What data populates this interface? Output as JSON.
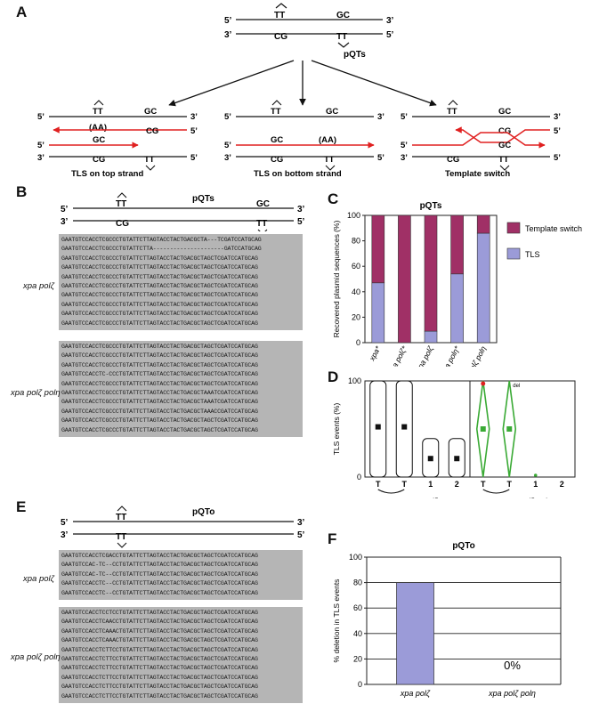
{
  "panels": {
    "A": "A",
    "B": "B",
    "C": "C",
    "D": "D",
    "E": "E",
    "F": "F"
  },
  "panelA": {
    "ends": {
      "five": "5’",
      "three": "3’"
    },
    "top_pair": "TT",
    "gc": "GC",
    "cg": "CG",
    "aa": "(AA)",
    "plasmid": "pQTs",
    "captions": [
      "TLS on top strand",
      "TLS on bottom strand",
      "Template switch"
    ]
  },
  "panelB": {
    "plasmid": "pQTs",
    "genotype1": "xpa polζ",
    "genotype2": "xpa polζ polη",
    "seqs1": [
      "GAATGTCCACCTCGCCCTGTATTCTTAGTACCTACTGACGCTA---TCGATCCATGCAG",
      "GAATGTCCACCTCGCCCTGTATTCTTA---------------------GATCCATGCAG",
      "GAATGTCCACCTCGCCCTGTATTCTTAGTACCTACTGACGCTAGCTCGATCCATGCAG",
      "GAATGTCCACCTCGCCCTGTATTCTTAGTACCTACTGACGCTAGCTCGATCCATGCAG",
      "GAATGTCCACCTCGCCCTGTATTCTTAGTACCTACTGACGCTAGCTCGATCCATGCAG",
      "GAATGTCCACCTCGCCCTGTATTCTTAGTACCTACTGACGCTAGCTCGATCCATGCAG",
      "GAATGTCCACCTCGCCCTGTATTCTTAGTACCTACTGACGCTAGCTCGATCCATGCAG",
      "GAATGTCCACCTCGCCCTGTATTCTTAGTACCTACTGACGCTAGCTCGATCCATGCAG",
      "GAATGTCCACCTCGCCCTGTATTCTTAGTACCTACTGACGCTAGCTCGATCCATGCAG",
      "GAATGTCCACCTCGCCCTGTATTCTTAGTACCTACTGACGCTAGCTCGATCCATGCAG"
    ],
    "seqs2": [
      "GAATGTCCACCTCGCCCTGTATTCTTAGTACCTACTGACGCTAGCTCGATCCATGCAG",
      "GAATGTCCACCTCGCCCTGTATTCTTAGTACCTACTGACGCTAGCTCGATCCATGCAG",
      "GAATGTCCACCTCGCCCTGTATTCTTAGTACCTACTGACGCTAGCTCGATCCATGCAG",
      "GAATGTCCACCTC-CCCTGTATTCTTAGTACCTACTGACGCTAGCTCGATCCATGCAG",
      "GAATGTCCACCTCGCCCTGTATTCTTAGTACCTACTGACGCTAGCTCGATCCATGCAG",
      "GAATGTCCACCTCGCCCTGTATTCTTAGTACCTACTGACGCTAAATCGATCCATGCAG",
      "GAATGTCCACCTCGCCCTGTATTCTTAGTACCTACTGACGCTAAATCGATCCATGCAG",
      "GAATGTCCACCTCGCCCTGTATTCTTAGTACCTACTGACGCTAAACCGATCCATGCAG",
      "GAATGTCCACCTCGCCCTGTATTCTTAGTACCTACTGACGCTAGCTCGATCCATGCAG",
      "GAATGTCCACCTCGCCCTGTATTCTTAGTACCTACTGACGCTAGCTCGATCCATGCAG"
    ]
  },
  "panelE": {
    "plasmid": "pQTo",
    "genotype1": "xpa polζ",
    "genotype2": "xpa polζ polη",
    "seqs1": [
      "GAATGTCCACCTCGACCTGTATTCTTAGTACCTACTGACGCTAGCTCGATCCATGCAG",
      "GAATGTCCAC-TC--CCTGTATTCTTAGTACCTACTGACGCTAGCTCGATCCATGCAG",
      "GAATGTCCAC-TC--CCTGTATTCTTAGTACCTACTGACGCTAGCTCGATCCATGCAG",
      "GAATGTCCACCTC--CCTGTATTCTTAGTACCTACTGACGCTAGCTCGATCCATGCAG",
      "GAATGTCCACCTC--CCTGTATTCTTAGTACCTACTGACGCTAGCTCGATCCATGCAG"
    ],
    "seqs2": [
      "GAATGTCCACCTCCTCCTGTATTCTTAGTACCTACTGACGCTAGCTCGATCCATGCAG",
      "GAATGTCCACCTCAACCTGTATTCTTAGTACCTACTGACGCTAGCTCGATCCATGCAG",
      "GAATGTCCACCTCAAACTGTATTCTTAGTACCTACTGACGCTAGCTCGATCCATGCAG",
      "GAATGTCCACCTCAAACTGTATTCTTAGTACCTACTGACGCTAGCTCGATCCATGCAG",
      "GAATGTCCACCTCTTCCTGTATTCTTAGTACCTACTGACGCTAGCTCGATCCATGCAG",
      "GAATGTCCACCTCTTCCTGTATTCTTAGTACCTACTGACGCTAGCTCGATCCATGCAG",
      "GAATGTCCACCTCTTCCTGTATTCTTAGTACCTACTGACGCTAGCTCGATCCATGCAG",
      "GAATGTCCACCTCTTCCTGTATTCTTAGTACCTACTGACGCTAGCTCGATCCATGCAG",
      "GAATGTCCACCTCTTCCTGTATTCTTAGTACCTACTGACGCTAGCTCGATCCATGCAG",
      "GAATGTCCACCTCTTCCTGTATTCTTAGTACCTACTGACGCTAGCTCGATCCATGCAG"
    ]
  },
  "chart_data": [
    {
      "id": "C",
      "type": "bar",
      "title": "pQTs",
      "ylabel": "Recovered plasmid sequences (%)",
      "ylim": [
        0,
        100
      ],
      "yticks": [
        0,
        20,
        40,
        60,
        80,
        100
      ],
      "categories": [
        "xpa*",
        "xpa polζ*",
        "xpa polζ",
        "xpa polη*",
        "xpa polζ polη"
      ],
      "series": [
        {
          "name": "TLS",
          "color": "#9b9bd8",
          "values": [
            47,
            0,
            9,
            54,
            86
          ]
        },
        {
          "name": "Template switch",
          "color": "#a03066",
          "values": [
            53,
            100,
            91,
            46,
            14
          ]
        }
      ],
      "legend": "right"
    },
    {
      "id": "D",
      "type": "other",
      "ylabel": "TLS events (%)",
      "ylim": [
        0,
        100
      ],
      "yticks": [
        0,
        100
      ],
      "panels": [
        {
          "genotype": "xpa polζ",
          "positions": [
            "T",
            "T",
            "1",
            "2"
          ]
        },
        {
          "genotype": "xpa polζ polη",
          "positions": [
            "T",
            "T",
            "1",
            "2"
          ],
          "annotation": "del"
        }
      ]
    },
    {
      "id": "F",
      "type": "bar",
      "title": "pQTo",
      "ylabel": "% deletion in TLS events",
      "ylim": [
        0,
        100
      ],
      "yticks": [
        0,
        20,
        40,
        60,
        80,
        100
      ],
      "categories": [
        "xpa polζ",
        "xpa polζ polη"
      ],
      "values": [
        80,
        0
      ],
      "value_labels": [
        "",
        "0%"
      ],
      "color": "#9b9bd8"
    }
  ]
}
